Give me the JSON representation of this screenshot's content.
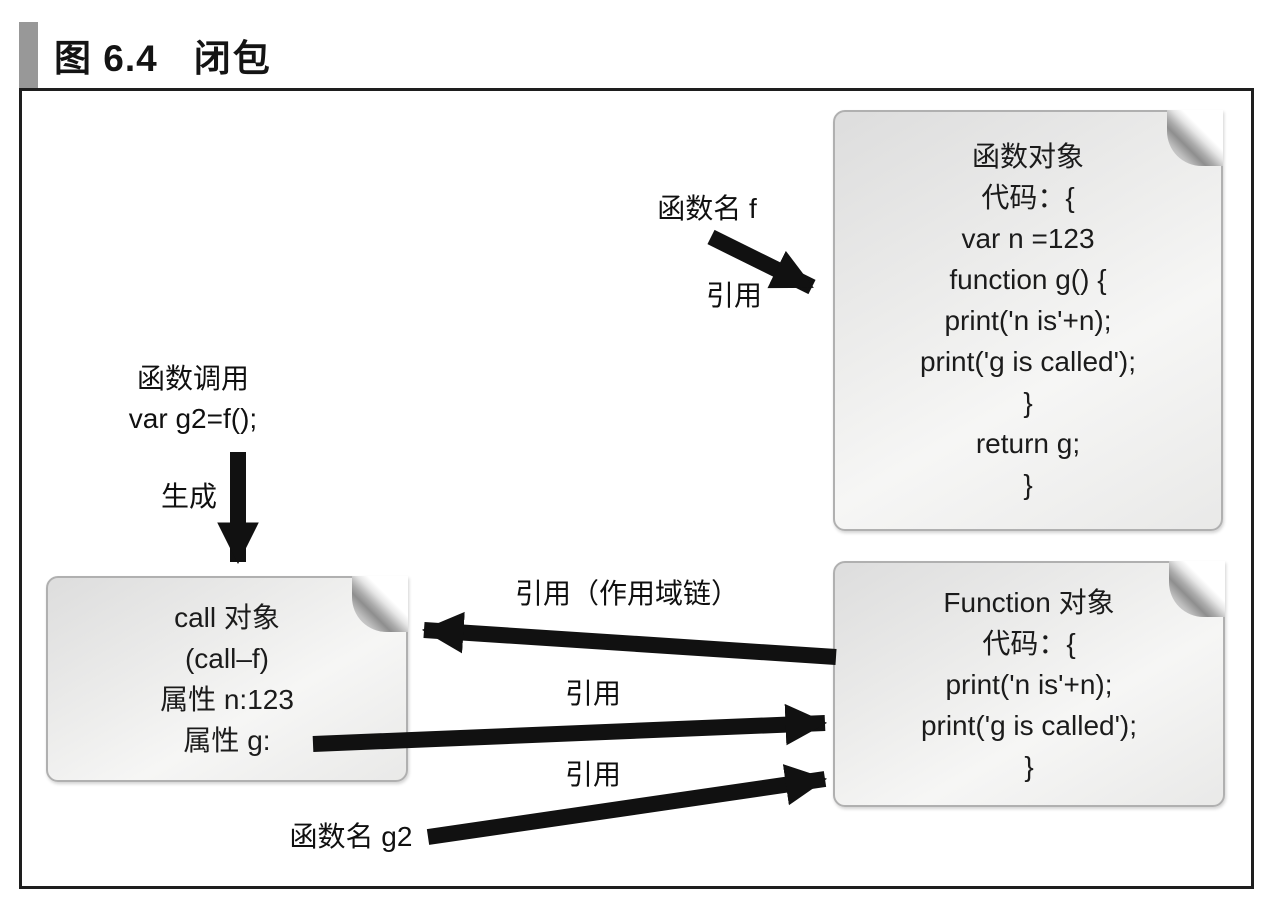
{
  "figure": {
    "number": "图 6.4",
    "title": "闭包"
  },
  "colors": {
    "caption_bar": "#989898",
    "frame_border": "#1e1e1e",
    "note_border": "#b0b0b0",
    "arrow": "#111111"
  },
  "notes": {
    "function_object": {
      "lines": [
        "函数对象",
        "代码：{",
        "var n =123",
        "function g() {",
        "print('n is'+n);",
        "print('g is called');",
        "}",
        "return g;",
        "}"
      ]
    },
    "call_object": {
      "lines": [
        "call 对象",
        "(call–f)",
        "属性 n:123",
        "属性 g:"
      ]
    },
    "Function_object": {
      "lines": [
        "Function 对象",
        "代码：{",
        "print('n is'+n);",
        "print('g is called');",
        "}"
      ]
    }
  },
  "labels": {
    "function_name_f": "函数名 f",
    "ref_f": "引用",
    "function_call": [
      "函数调用",
      "var g2=f();"
    ],
    "generate": "生成",
    "ref_scope_chain": "引用（作用域链）",
    "ref_g": "引用",
    "ref_g2": "引用",
    "function_name_g2": "函数名 g2"
  }
}
